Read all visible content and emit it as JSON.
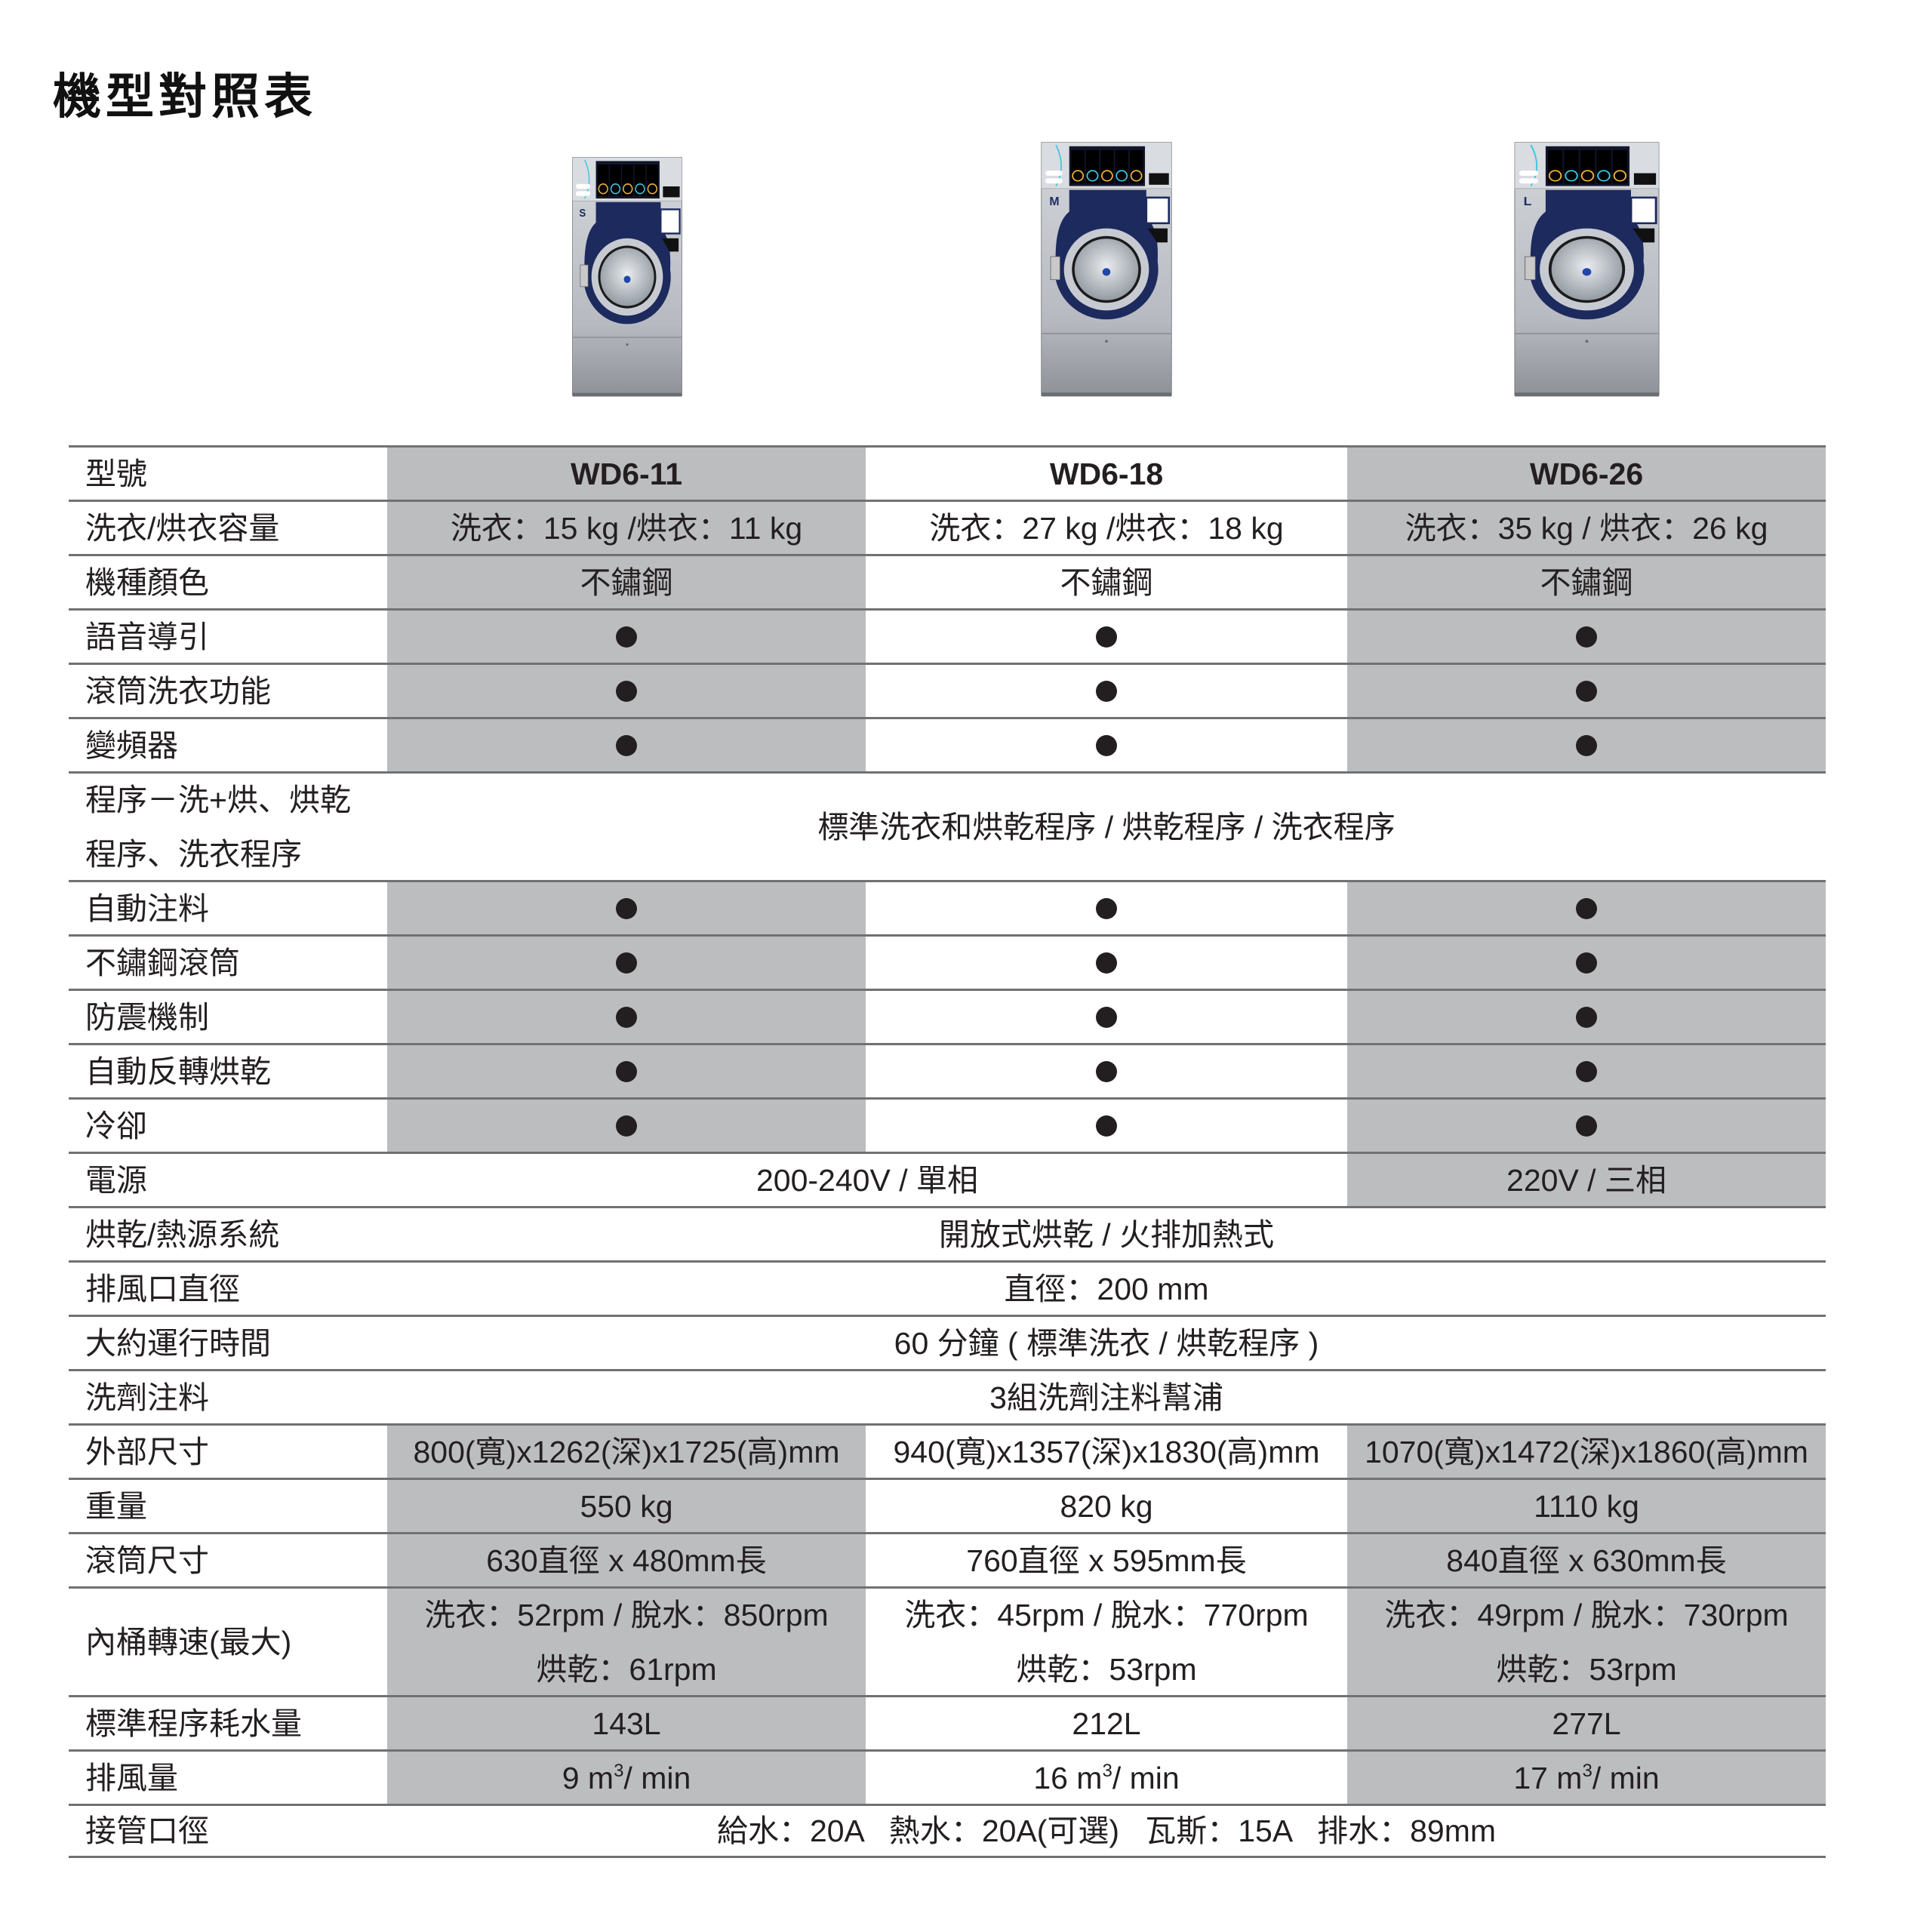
{
  "page": {
    "title": "機型對照表"
  },
  "products": [
    {
      "model": "WD6-11",
      "size_badge": "S"
    },
    {
      "model": "WD6-18",
      "size_badge": "M"
    },
    {
      "model": "WD6-26",
      "size_badge": "L"
    }
  ],
  "colors": {
    "shaded_column": "#bcbdbf",
    "rule": "#707173",
    "text": "#231f20",
    "washer_navy": "#1d2a5e",
    "washer_steel": "#b7bac0"
  },
  "table": {
    "rows": [
      {
        "label": "型號",
        "type": "cols",
        "bold": true,
        "values": [
          "WD6-11",
          "WD6-18",
          "WD6-26"
        ]
      },
      {
        "label": "洗衣/烘衣容量",
        "type": "cols",
        "values": [
          "洗衣：15 kg /烘衣：11 kg",
          "洗衣：27 kg /烘衣：18 kg",
          "洗衣：35 kg / 烘衣：26 kg"
        ]
      },
      {
        "label": "機種顏色",
        "type": "cols",
        "values": [
          "不鏽鋼",
          "不鏽鋼",
          "不鏽鋼"
        ]
      },
      {
        "label": "語音導引",
        "type": "dots",
        "values": [
          true,
          true,
          true
        ]
      },
      {
        "label": "滾筒洗衣功能",
        "type": "dots",
        "values": [
          true,
          true,
          true
        ]
      },
      {
        "label": "變頻器",
        "type": "dots",
        "values": [
          true,
          true,
          true
        ]
      },
      {
        "label_lines": [
          "程序－洗+烘、烘乾",
          "程序、洗衣程序"
        ],
        "type": "span_all",
        "tall": true,
        "value": "標準洗衣和烘乾程序 / 烘乾程序 / 洗衣程序"
      },
      {
        "label": "自動注料",
        "type": "dots",
        "values": [
          true,
          true,
          true
        ]
      },
      {
        "label": "不鏽鋼滾筒",
        "type": "dots",
        "values": [
          true,
          true,
          true
        ]
      },
      {
        "label": "防震機制",
        "type": "dots",
        "values": [
          true,
          true,
          true
        ]
      },
      {
        "label": "自動反轉烘乾",
        "type": "dots",
        "values": [
          true,
          true,
          true
        ]
      },
      {
        "label": "冷卻",
        "type": "dots",
        "values": [
          true,
          true,
          true
        ]
      },
      {
        "label": "電源",
        "type": "span_12",
        "value": "200-240V / 單相",
        "value3": "220V / 三相"
      },
      {
        "label": "烘乾/熱源系統",
        "type": "span_all",
        "value": "開放式烘乾 / 火排加熱式"
      },
      {
        "label": "排風口直徑",
        "type": "span_all",
        "value": "直徑：200 mm"
      },
      {
        "label": "大約運行時間",
        "type": "span_all",
        "value": "60 分鐘 ( 標準洗衣 / 烘乾程序 )"
      },
      {
        "label": "洗劑注料",
        "type": "span_all",
        "value": "3組洗劑注料幫浦"
      },
      {
        "label": "外部尺寸",
        "type": "cols",
        "values": [
          "800(寬)x1262(深)x1725(高)mm",
          "940(寬)x1357(深)x1830(高)mm",
          "1070(寬)x1472(深)x1860(高)mm"
        ]
      },
      {
        "label": "重量",
        "type": "cols",
        "values": [
          "550 kg",
          "820 kg",
          "1110 kg"
        ]
      },
      {
        "label": "滾筒尺寸",
        "type": "cols",
        "values": [
          "630直徑 x 480mm長",
          "760直徑 x 595mm長",
          "840直徑 x 630mm長"
        ]
      },
      {
        "label": "內桶轉速(最大)",
        "type": "cols2",
        "tall": true,
        "values": [
          [
            "洗衣：52rpm / 脫水：850rpm",
            "烘乾：61rpm"
          ],
          [
            "洗衣：45rpm / 脫水：770rpm",
            "烘乾：53rpm"
          ],
          [
            "洗衣：49rpm / 脫水：730rpm",
            "烘乾：53rpm"
          ]
        ]
      },
      {
        "label": "標準程序耗水量",
        "type": "cols",
        "values": [
          "143L",
          "212L",
          "277L"
        ]
      },
      {
        "label": "排風量",
        "type": "airflow",
        "values": [
          {
            "num": "9 m",
            "sup": "3",
            "unit": "/ min"
          },
          {
            "num": "16 m",
            "sup": "3",
            "unit": "/ min"
          },
          {
            "num": "17 m",
            "sup": "3",
            "unit": "/ min"
          }
        ]
      },
      {
        "label": "接管口徑",
        "type": "span_all",
        "value": "給水：20A   熱水：20A(可選)   瓦斯：15A   排水：89mm"
      }
    ]
  }
}
